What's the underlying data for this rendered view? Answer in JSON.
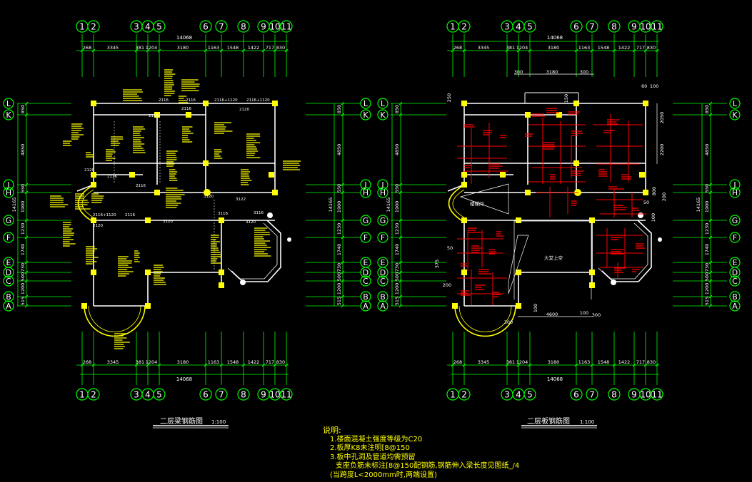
{
  "drawing": {
    "left_title": "二层梁钢筋图",
    "left_scale": "1:100",
    "right_title": "二层板钢筋图",
    "right_scale": "1:100"
  },
  "colors": {
    "background": "#000000",
    "axis": "#00ff00",
    "wall": "#ffffff",
    "beam_text": "#ffff00",
    "column": "#ffff00",
    "rebar": "#ff0000",
    "grid_bubble": "#00ff00"
  },
  "grid": {
    "column_labels": [
      "1",
      "2",
      "3",
      "4",
      "5",
      "6",
      "7",
      "8",
      "9",
      "10",
      "11"
    ],
    "row_labels": [
      "L",
      "K",
      "J",
      "H",
      "G",
      "F",
      "E",
      "D",
      "C",
      "B",
      "A"
    ],
    "dim_segments": [
      "268",
      "3345",
      "381",
      "1204",
      "3180",
      "1163",
      "1548",
      "1422",
      "717",
      "830"
    ],
    "dim_total": "14068",
    "row_dims": [
      "850",
      "4850",
      "550",
      "1900",
      "1230",
      "1740",
      "730",
      "500",
      "1200",
      "515"
    ],
    "row_total": "14165"
  },
  "plate_dims": {
    "top_span": "3180",
    "top_left": "300",
    "top_right": "300",
    "side_a": "60",
    "side_b": "100",
    "depth_a": "2050",
    "depth_b": "2200",
    "bottom_span": "4600",
    "bottom_a": "100",
    "bottom_b": "100",
    "bottom_c": "300",
    "bottom_d": "300",
    "left_a": "375",
    "left_b": "50",
    "left_c": "200",
    "right_a": "800",
    "right_b": "200",
    "right_c": "50",
    "right_d": "100",
    "stair_label": "楼梯间",
    "void_label": "大堂上空",
    "small_left": "250",
    "small_left_b": "150"
  },
  "notes": {
    "title": "说明:",
    "line1": "1.楼面混凝土强度等级为C20",
    "line2": "2.板厚K8未注明[8@150",
    "line3": "3.板中孔洞及管道均需预留",
    "line4": "支座负筋未标注[8@150配钢筋,",
    "line4b": "钢筋伸入梁长度见图纸_/4",
    "line5": "(当跨度L<2000mm时,两端设置)"
  }
}
